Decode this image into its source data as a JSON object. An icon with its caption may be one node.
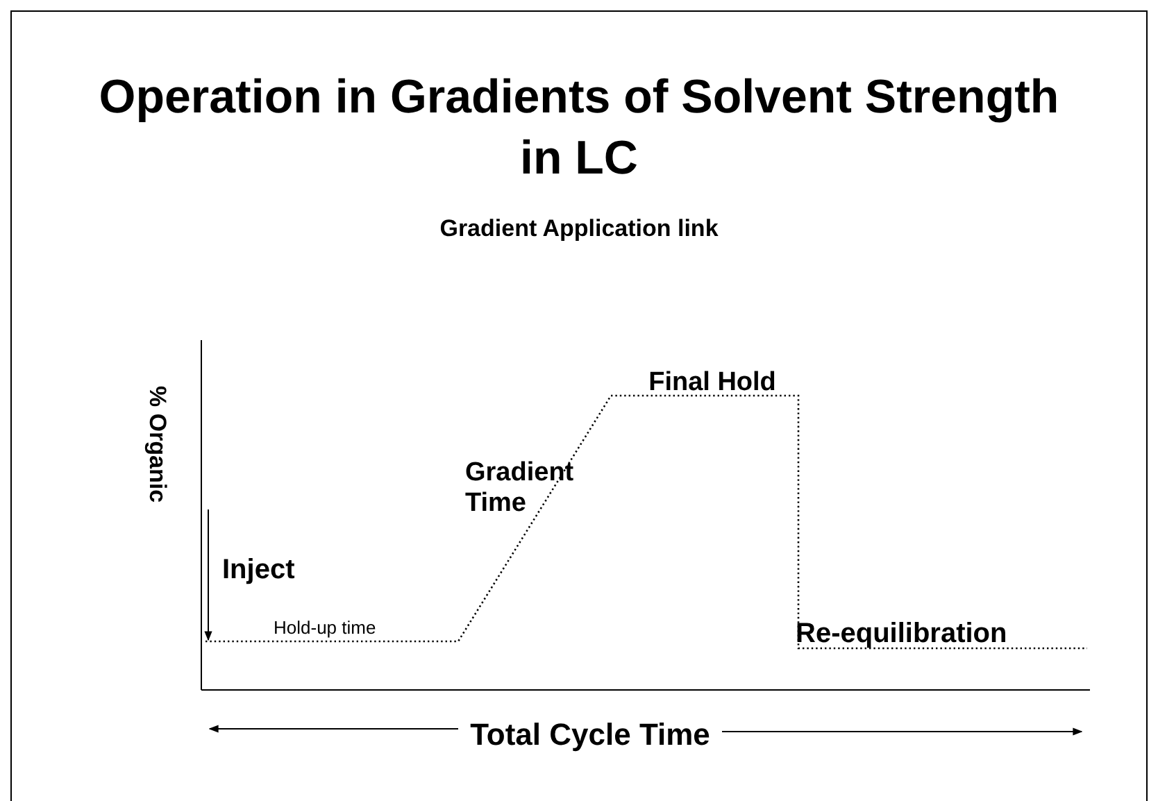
{
  "diagram": {
    "title": "Operation in Gradients of Solvent Strength in LC",
    "labels": [
      "Gradient Application link",
      "% Organic",
      "Final Hold",
      "Gradient Time",
      "Inject",
      "Hold-up time",
      "Re-equilibration",
      "Total Cycle Time"
    ]
  }
}
